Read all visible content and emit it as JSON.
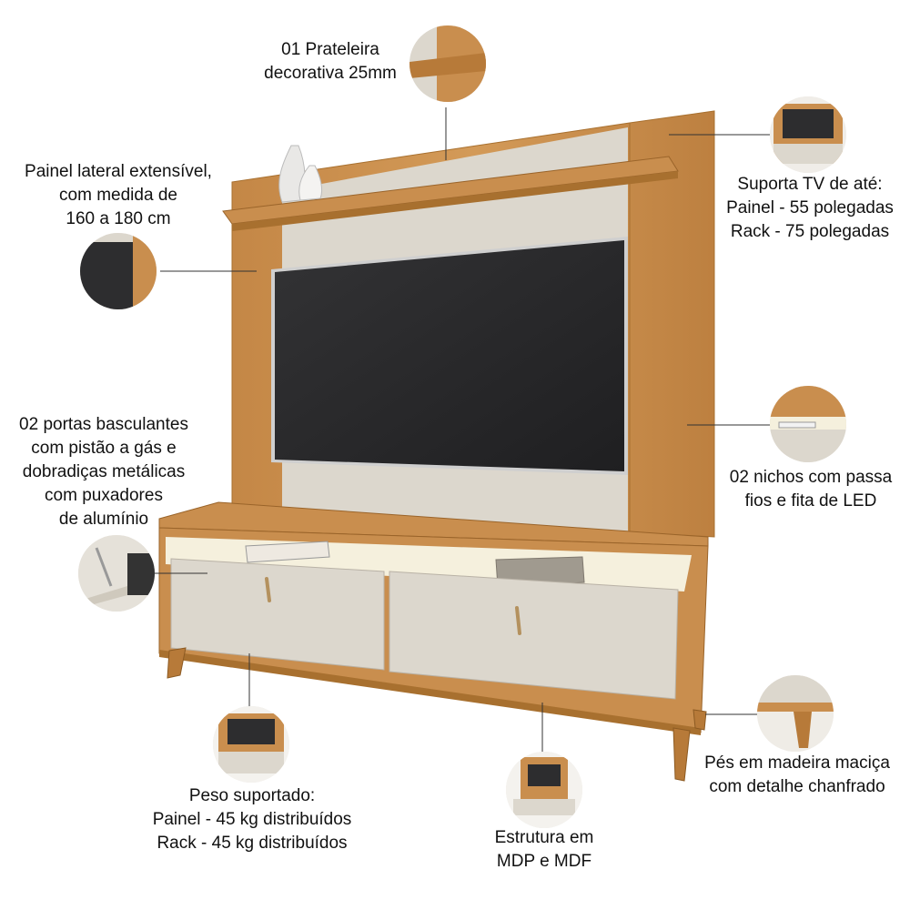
{
  "colors": {
    "wood": "#c98e4e",
    "wood_dark": "#a8702f",
    "off_white": "#dcd7cd",
    "screen": "#2a2a2c",
    "leader": "#333333"
  },
  "callouts": {
    "shelf": [
      "01 Prateleira",
      "decorativa 25mm"
    ],
    "side_panel": [
      "Painel lateral extensível,",
      "com medida de",
      "160 a 180 cm"
    ],
    "tv_support": [
      "Suporta TV de até:",
      "Painel - 55 polegadas",
      "Rack - 75 polegadas"
    ],
    "doors": [
      "02 portas basculantes",
      "com pistão a gás e",
      "dobradiças metálicas",
      "com puxadores",
      "de alumínio"
    ],
    "niches": [
      "02 nichos com passa",
      "fios e fita de LED"
    ],
    "feet": [
      "Pés em madeira maciça",
      "com detalhe chanfrado"
    ],
    "weight": [
      "Peso suportado:",
      "Painel - 45 kg distribuídos",
      "Rack - 45 kg distribuídos"
    ],
    "structure": [
      "Estrutura em",
      "MDP e MDF"
    ]
  }
}
